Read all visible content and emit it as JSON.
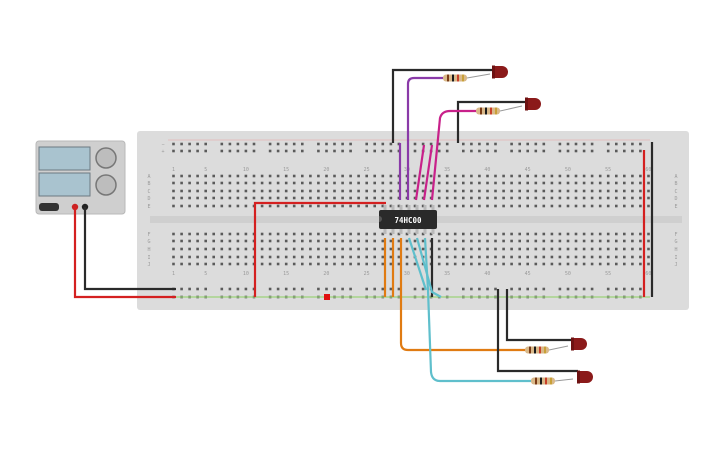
{
  "canvas": {
    "background": "#ffffff"
  },
  "power_supply": {
    "name": "dc-power-supply",
    "terminal_colors": {
      "negative": "#222222",
      "positive": "#cc2222"
    }
  },
  "breadboard": {
    "color": "#dcdcdc",
    "top_row_letters": [
      "A",
      "B",
      "C",
      "D",
      "E"
    ],
    "bottom_row_letters": [
      "F",
      "G",
      "H",
      "I",
      "J"
    ],
    "column_numbers": [
      "1",
      "5",
      "10",
      "15",
      "20",
      "25",
      "30",
      "35",
      "40",
      "45",
      "50",
      "55",
      "60"
    ],
    "rail_signs": {
      "plus": "+",
      "minus": "−"
    }
  },
  "chip": {
    "label": "74HC00",
    "color": "#2a2a2a"
  },
  "leds": {
    "color": "#8b1a1a",
    "count": 4
  },
  "wire_colors": {
    "red": "#d42020",
    "black": "#2a2a2a",
    "purple": "#8a3aa8",
    "magenta": "#c8218a",
    "orange": "#e07b12",
    "cyan": "#5fbfcc"
  }
}
